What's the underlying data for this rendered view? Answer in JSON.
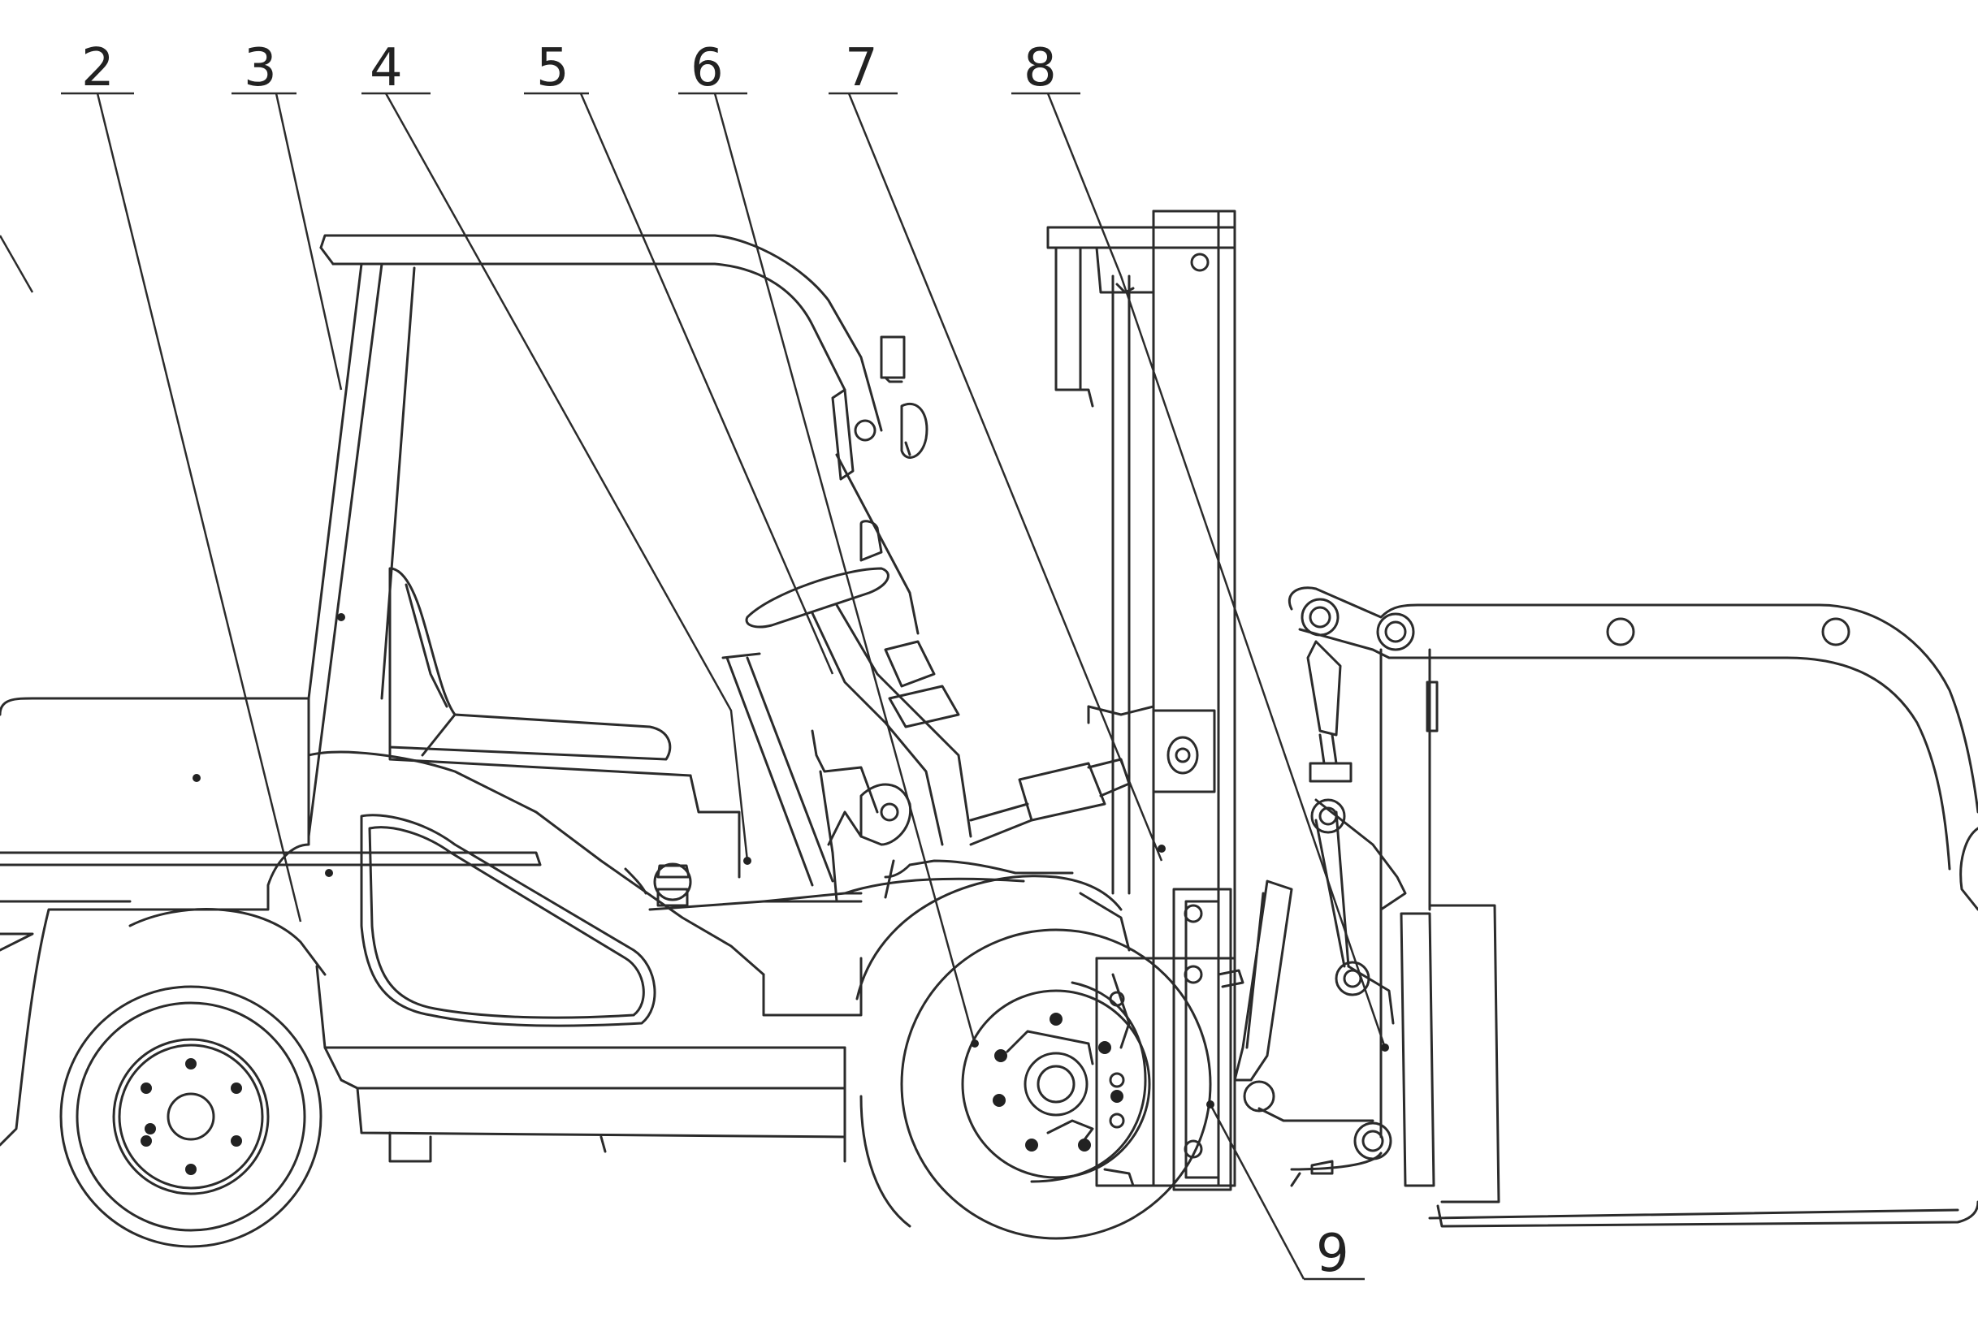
{
  "diagram": {
    "callouts": [
      {
        "id": "2",
        "label": "2"
      },
      {
        "id": "3",
        "label": "3"
      },
      {
        "id": "4",
        "label": "4"
      },
      {
        "id": "5",
        "label": "5"
      },
      {
        "id": "6",
        "label": "6"
      },
      {
        "id": "7",
        "label": "7"
      },
      {
        "id": "8",
        "label": "8"
      },
      {
        "id": "9",
        "label": "9"
      }
    ]
  }
}
